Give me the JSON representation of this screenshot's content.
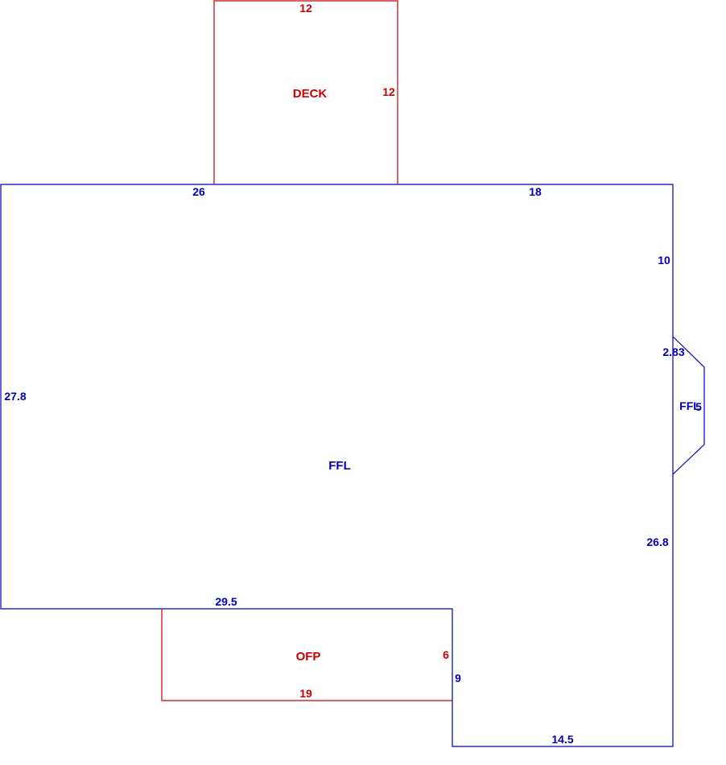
{
  "colors": {
    "living": "#0000b4",
    "ancillary": "#cc0000",
    "background": "#ffffff"
  },
  "areas": {
    "main": {
      "name": "FFL",
      "dims": {
        "top_left": "26",
        "top_right": "18",
        "right_upper": "10",
        "left": "27.8",
        "right_lower": "26.8",
        "bottom_left": "29.5",
        "bottom_step": "9",
        "bottom_right": "14.5"
      }
    },
    "bay": {
      "name": "FFL",
      "dims": {
        "side": "2.83",
        "depth": "5"
      }
    },
    "deck": {
      "name": "DECK",
      "dims": {
        "top": "12",
        "right": "12"
      }
    },
    "porch": {
      "name": "OFP",
      "dims": {
        "bottom": "19",
        "right": "6"
      }
    }
  }
}
